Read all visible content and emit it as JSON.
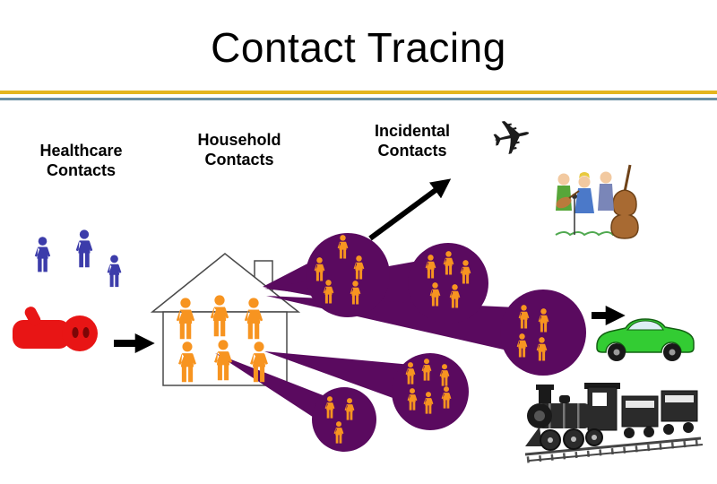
{
  "slide": {
    "title": "Contact Tracing"
  },
  "labels": {
    "healthcare": "Healthcare\nContacts",
    "household": "Household\nContacts",
    "incidental": "Incidental\nContacts"
  },
  "icons": {
    "airplane": "✈",
    "index_case": "person-lying-ill",
    "house": "house-outline",
    "band": "music-band",
    "car": "green-car",
    "train": "steam-train"
  },
  "figures": {
    "healthcare_person_count": 3,
    "household_person_count": 6,
    "cluster_person_counts": [
      5,
      5,
      4,
      6,
      3
    ]
  },
  "colors": {
    "background": "#FFFFFF",
    "title_text": "#000000",
    "divider_top": "#E4B520",
    "divider_bottom": "#6A8FA5",
    "cluster_purple": "#5A0A5F",
    "person_orange": "#F79420",
    "person_blue": "#3C3CAA",
    "index_red": "#E81515",
    "car_green": "#33CC33",
    "arrow": "#000000"
  }
}
